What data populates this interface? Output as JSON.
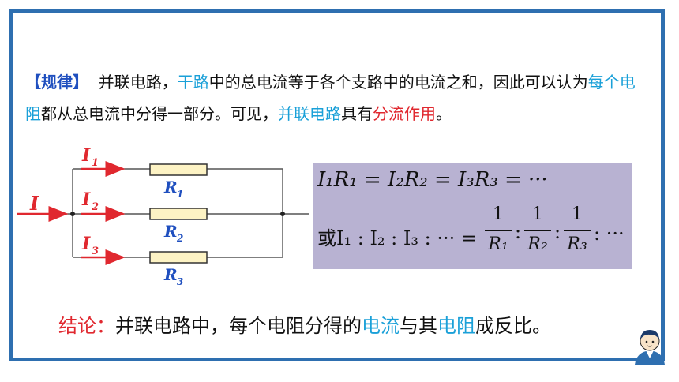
{
  "paragraph": {
    "tag": "【规律】",
    "parts": [
      {
        "text": "并联电路，",
        "style": "normal"
      },
      {
        "text": "干路",
        "style": "hl"
      },
      {
        "text": "中的总电流等于各个支路中的电流之和，因此可以认为",
        "style": "normal"
      },
      {
        "text": "每个电阻",
        "style": "hl"
      },
      {
        "text": "都从总电流中分得一部分。可见，",
        "style": "normal"
      },
      {
        "text": "并联电路",
        "style": "hl"
      },
      {
        "text": "具有",
        "style": "normal"
      },
      {
        "text": "分流作用",
        "style": "red"
      },
      {
        "text": "。",
        "style": "normal"
      }
    ]
  },
  "circuit": {
    "main_current": "I",
    "branch_currents": [
      "I",
      "I",
      "I"
    ],
    "branch_subscripts": [
      "1",
      "2",
      "3"
    ],
    "resistors": [
      "R",
      "R",
      "R"
    ],
    "resistor_subscripts": [
      "1",
      "2",
      "3"
    ]
  },
  "formulas": {
    "line1": "I₁R₁ = I₂R₂ = I₃R₃ = ···",
    "line2_prefix": "或I₁ : I₂ : I₃ : ··· =",
    "fraction_numerator": "1",
    "denominators": [
      "R₁",
      "R₂",
      "R₃"
    ],
    "separator": ":",
    "tail": ": ···"
  },
  "conclusion": {
    "label": "结论：",
    "text1": "并联电路中，每个电阻分得的",
    "hl1": "电流",
    "text2": "与其",
    "hl2": "电阻",
    "text3": "成反比。"
  },
  "colors": {
    "frame": "#2e6fb0",
    "highlight": "#1aa0d8",
    "red": "#e0282f",
    "formula_bg": "#b8b2d2",
    "resistor_fill": "#fdf3c4"
  }
}
